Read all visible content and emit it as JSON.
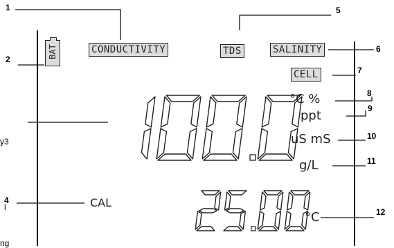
{
  "callouts": [
    "1",
    "2",
    "5",
    "6",
    "7",
    "8",
    "9",
    "10",
    "11",
    "12"
  ],
  "lcd": {
    "bat": "BAT",
    "conductivity": "CONDUCTIVITY",
    "tds": "TDS",
    "salinity": "SALINITY",
    "cell": "CELL",
    "main_reading": "100.0",
    "temp_reading": "25.00",
    "cal": "CAL",
    "units": {
      "deg_c_percent": "°C %",
      "ppt": "ppt",
      "us_ms": "uS mS",
      "g_per_l": "g/L",
      "temp_deg_c": "°C"
    }
  },
  "clipped_left": [
    "y3",
    "4",
    "l",
    "ng"
  ]
}
